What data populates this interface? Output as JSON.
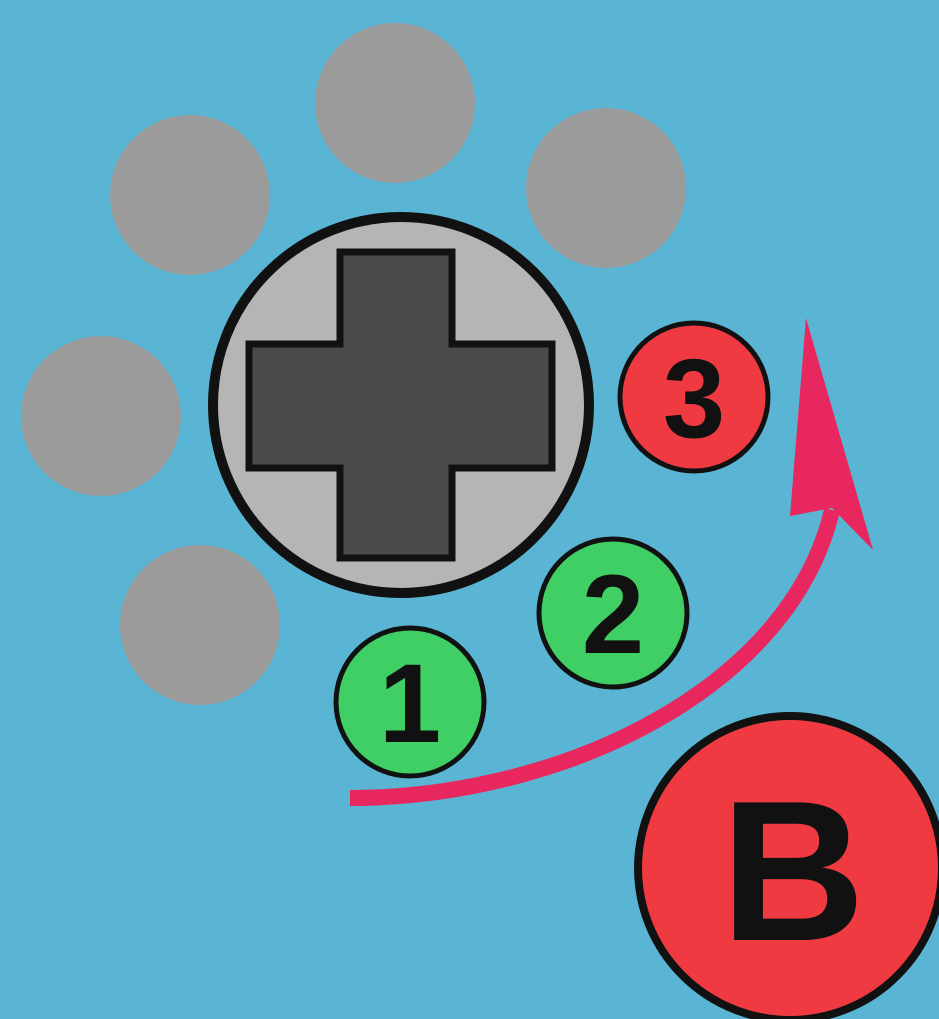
{
  "colors": {
    "background": "#5ab5d4",
    "direction_dot": "#9b9b9b",
    "dpad_ring": "#b5b5b5",
    "dpad_outline": "#111111",
    "dpad_cross": "#4a4a4a",
    "step_green": "#3fcf64",
    "step_red": "#ef3a42",
    "arrow": "#e8275e",
    "button_red": "#ef3a42"
  },
  "dpad": {
    "icon": "dpad-cross-icon"
  },
  "direction_dots": [
    "up",
    "up-right",
    "up-left",
    "left",
    "down-left"
  ],
  "steps": [
    {
      "label": "1",
      "color": "green"
    },
    {
      "label": "2",
      "color": "green"
    },
    {
      "label": "3",
      "color": "red"
    }
  ],
  "arrow": {
    "icon": "curved-arrow-icon"
  },
  "button": {
    "label": "B"
  }
}
